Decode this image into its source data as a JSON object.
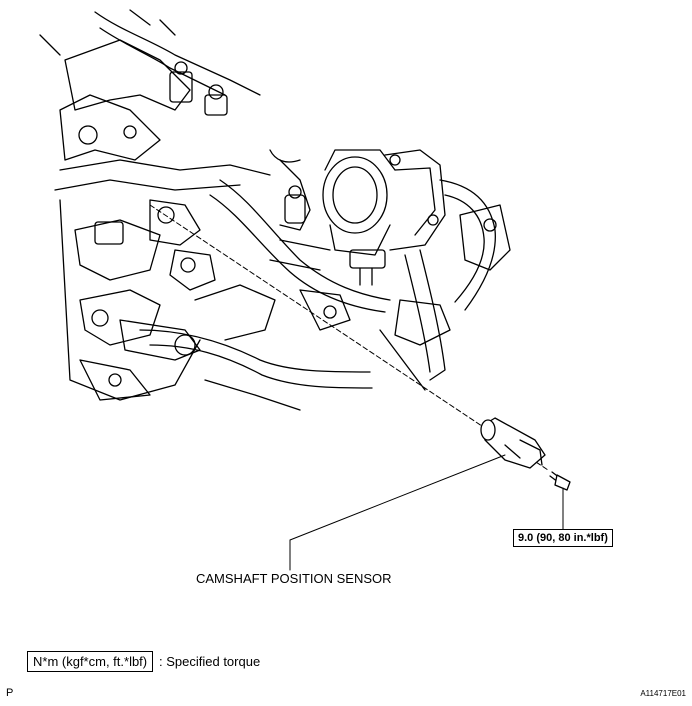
{
  "callouts": {
    "sensor_label": "CAMSHAFT POSITION SENSOR",
    "bolt_torque": "9.0 (90, 80 in.*lbf)"
  },
  "legend": {
    "unit_box": "N*m (kgf*cm, ft.*lbf)",
    "description": ": Specified torque"
  },
  "footer": {
    "left_mark": "P",
    "figure_code": "A114717E01"
  }
}
